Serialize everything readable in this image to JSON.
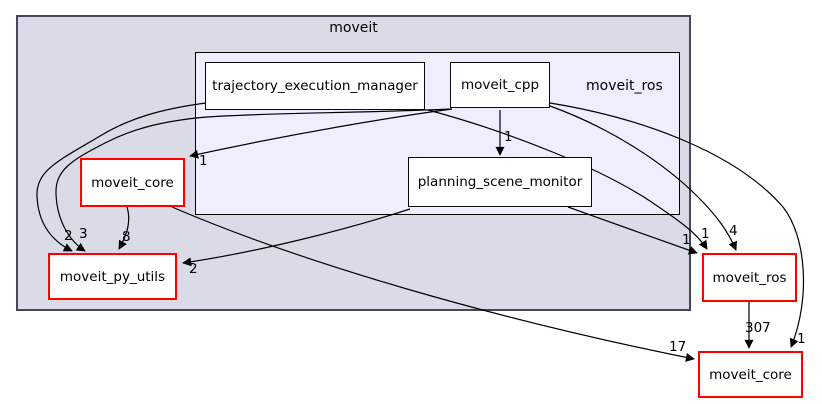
{
  "diagram": {
    "type": "directory-dependency-graph",
    "outer_cluster_label": "moveit",
    "inner_cluster_label": "moveit_ros",
    "nodes": {
      "trajectory_execution_manager": {
        "label": "trajectory_execution_manager"
      },
      "moveit_cpp": {
        "label": "moveit_cpp"
      },
      "planning_scene_monitor": {
        "label": "planning_scene_monitor"
      },
      "moveit_core_inner": {
        "label": "moveit_core"
      },
      "moveit_py_utils": {
        "label": "moveit_py_utils"
      },
      "moveit_ros_external": {
        "label": "moveit_ros"
      },
      "moveit_core_external": {
        "label": "moveit_core"
      }
    },
    "edges": [
      {
        "from": "trajectory_execution_manager",
        "to": "moveit_py_utils",
        "count": "2"
      },
      {
        "from": "moveit_cpp",
        "to": "moveit_py_utils",
        "count": "3"
      },
      {
        "from": "moveit_core_inner",
        "to": "moveit_py_utils",
        "count": "8"
      },
      {
        "from": "planning_scene_monitor",
        "to": "moveit_py_utils",
        "count": "2"
      },
      {
        "from": "moveit_cpp",
        "to": "moveit_core_inner",
        "count": "1"
      },
      {
        "from": "moveit_cpp",
        "to": "planning_scene_monitor",
        "count": "1"
      },
      {
        "from": "planning_scene_monitor",
        "to": "moveit_ros_external",
        "count": "1"
      },
      {
        "from": "trajectory_execution_manager",
        "to": "moveit_ros_external",
        "count": "1"
      },
      {
        "from": "moveit_cpp",
        "to": "moveit_ros_external",
        "count": "4"
      },
      {
        "from": "moveit_cpp",
        "to": "moveit_core_external",
        "count": "1"
      },
      {
        "from": "moveit_ros_external",
        "to": "moveit_core_external",
        "count": "307"
      },
      {
        "from": "moveit_core_inner",
        "to": "moveit_core_external",
        "count": "17"
      }
    ],
    "colors": {
      "outer_cluster_fill": "#dbdbe8",
      "outer_cluster_border": "#46465a",
      "inner_cluster_fill": "#eeeeff",
      "inner_cluster_border": "#000000",
      "node_fill": "#ffffff",
      "node_border": "#000000",
      "linked_node_border": "#fe0000",
      "edge_color": "#000000",
      "background": "#ffffff"
    }
  }
}
